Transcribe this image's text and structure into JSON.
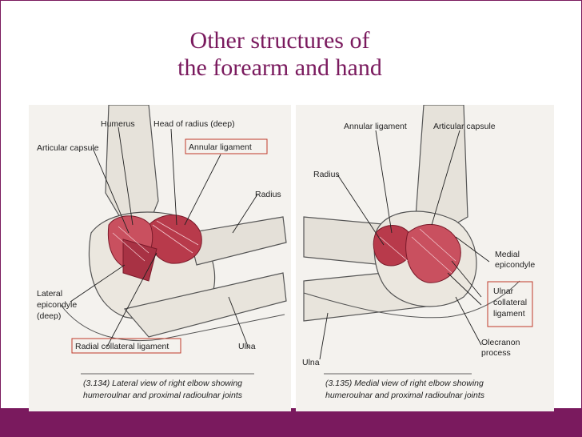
{
  "slide": {
    "title_line1": "Other structures of",
    "title_line2": "the forearm and hand",
    "accent_color": "#7a1a5e"
  },
  "figure_left": {
    "labels": {
      "humerus": "Humerus",
      "head_of_radius": "Head of radius (deep)",
      "articular_capsule": "Articular capsule",
      "annular_ligament": "Annular ligament",
      "radius": "Radius",
      "lateral_epicondyle_1": "Lateral",
      "lateral_epicondyle_2": "epicondyle",
      "lateral_epicondyle_3": "(deep)",
      "radial_collateral": "Radial collateral ligament",
      "ulna": "Ulna"
    },
    "caption_line1": "(3.134) Lateral view of right elbow showing",
    "caption_line2": "humeroulnar and proximal radioulnar joints",
    "highlighted": [
      "Annular ligament",
      "Radial collateral ligament"
    ]
  },
  "figure_right": {
    "labels": {
      "annular_ligament": "Annular ligament",
      "articular_capsule": "Articular capsule",
      "radius": "Radius",
      "medial_epicondyle_1": "Medial",
      "medial_epicondyle_2": "epicondyle",
      "ulnar_collateral_1": "Ulnar",
      "ulnar_collateral_2": "collateral",
      "ulnar_collateral_3": "ligament",
      "olecranon_1": "Olecranon",
      "olecranon_2": "process",
      "ulna": "Ulna"
    },
    "caption_line1": "(3.135) Medial view of right elbow showing",
    "caption_line2": "humeroulnar and proximal radioulnar joints",
    "highlighted": [
      "Ulnar collateral ligament"
    ]
  }
}
